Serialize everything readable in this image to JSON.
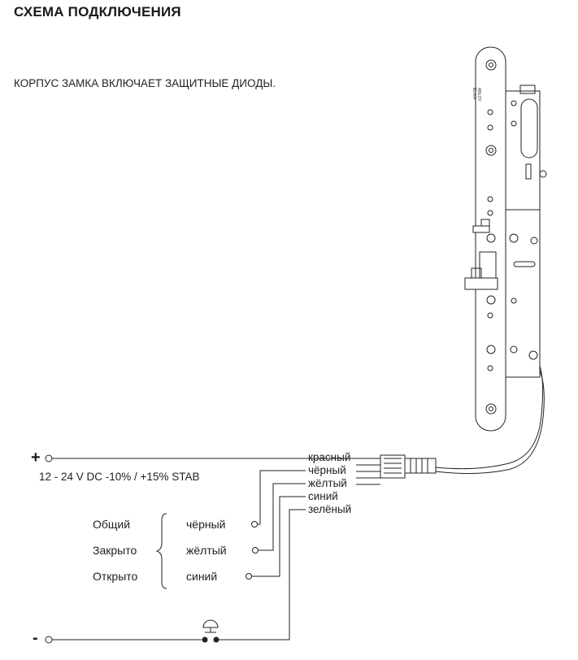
{
  "title": "СХЕМА ПОДКЛЮЧЕНИЯ",
  "note": "КОРПУС ЗАМКА ВКЛЮЧАЕТ ЗАЩИТНЫЕ ДИОДЫ.",
  "lock_brand": "ABLOY",
  "lock_model": "EL404",
  "plus_sign": "+",
  "minus_sign": "-",
  "voltage_spec": "12 - 24 V DC -10% / +15% STAB",
  "wires": [
    "красный",
    "чёрный",
    "жёлтый",
    "синий",
    "зелёный"
  ],
  "terminals": [
    {
      "name": "Общий",
      "wire": "чёрный"
    },
    {
      "name": "Закрыто",
      "wire": "жёлтый"
    },
    {
      "name": "Открыто",
      "wire": "синий"
    }
  ]
}
